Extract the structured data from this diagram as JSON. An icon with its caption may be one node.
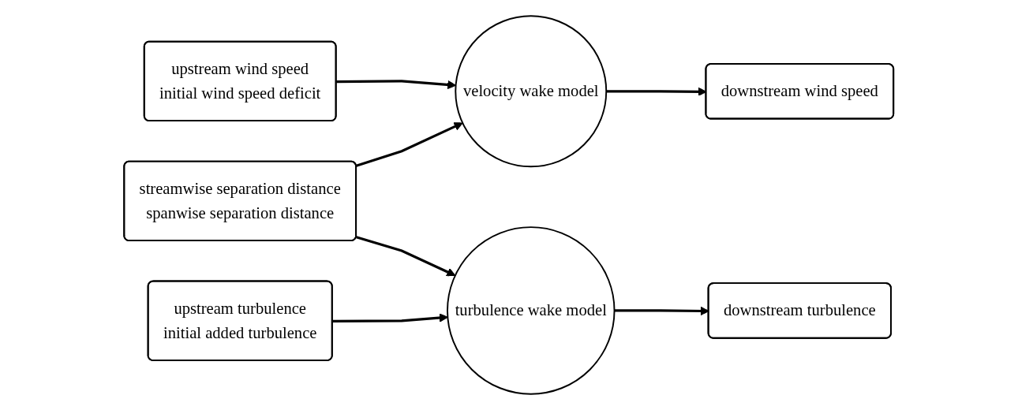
{
  "diagram": {
    "nodes": [
      {
        "text": [
          "upstream wind speed",
          "initial wind speed deficit"
        ]
      },
      {
        "text": [
          "streamwise separation distance",
          "spanwise separation distance"
        ]
      },
      {
        "text": [
          "upstream turbulence",
          "initial added turbulence"
        ]
      },
      {
        "text": [
          "velocity wake model"
        ]
      },
      {
        "text": [
          "turbulence wake model"
        ]
      },
      {
        "text": [
          "downstream wind speed"
        ]
      },
      {
        "text": [
          "downstream turbulence"
        ]
      }
    ],
    "edges": [
      {
        "from": 0,
        "to": 3,
        "arrow": "to"
      },
      {
        "from": 1,
        "to": 3,
        "arrow": "to"
      },
      {
        "from": 1,
        "to": 4,
        "arrow": "to"
      },
      {
        "from": 2,
        "to": 4,
        "arrow": "to"
      },
      {
        "from": 3,
        "to": 5,
        "arrow": "to"
      },
      {
        "from": 4,
        "to": 6,
        "arrow": "to"
      }
    ]
  }
}
